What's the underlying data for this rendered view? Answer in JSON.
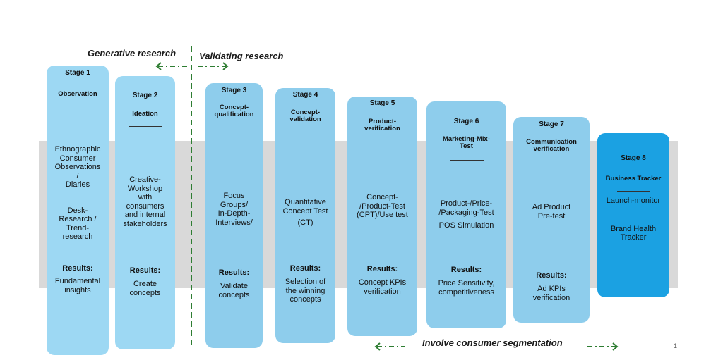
{
  "headers": {
    "generative": "Generative research",
    "validating": "Validating research",
    "segmentation": "Involve consumer segmentation"
  },
  "colors": {
    "band": "#d9d9d9",
    "stage_light": "#9dd8f3",
    "stage_mid": "#8ecdec",
    "stage_dark": "#1ba1e2",
    "arrow_green": "#2e7d32"
  },
  "results_label": "Results:",
  "stages": [
    {
      "title": "Stage 1",
      "name": "Observation",
      "body": [
        "Ethnographic",
        "Consumer",
        "Observations",
        "/",
        "Diaries",
        "",
        "Desk-",
        "Research /",
        "Trend-",
        "research"
      ],
      "outcome": [
        "Fundamental",
        "insights"
      ]
    },
    {
      "title": "Stage 2",
      "name": "Ideation",
      "body": [
        "Creative-",
        "Workshop",
        "with",
        "consumers",
        "and internal",
        "stakeholders"
      ],
      "outcome": [
        "Create",
        "concepts"
      ]
    },
    {
      "title": "Stage 3",
      "name": [
        "Concept-",
        "qualification"
      ],
      "body": [
        "Focus",
        "Groups/",
        "In-Depth-",
        "Interviews/"
      ],
      "outcome": [
        "Validate",
        "concepts"
      ]
    },
    {
      "title": "Stage 4",
      "name": [
        "Concept-",
        "validation"
      ],
      "body": [
        "Quantitative",
        "Concept Test",
        "(CT)"
      ],
      "outcome": [
        "Selection of",
        "the winning",
        "concepts"
      ]
    },
    {
      "title": "Stage 5",
      "name": [
        "Product-",
        "verification"
      ],
      "body": [
        "Concept-",
        "/Product-Test",
        "(CPT)/Use test"
      ],
      "outcome": [
        "Concept KPIs",
        "verification"
      ]
    },
    {
      "title": "Stage 6",
      "name": [
        "Marketing-Mix-",
        "Test"
      ],
      "body": [
        "Product-/Price-",
        "/Packaging-Test",
        "POS Simulation"
      ],
      "outcome": [
        "Price Sensitivity,",
        "competitiveness"
      ]
    },
    {
      "title": "Stage 7",
      "name": [
        "Communication",
        "verification"
      ],
      "body": [
        "Ad Product",
        "Pre-test"
      ],
      "outcome": [
        "Ad KPIs",
        "verification"
      ]
    },
    {
      "title": "Stage 8",
      "name": "Business Tracker",
      "body": [
        "Launch-monitor",
        "",
        "Brand Health",
        "Tracker"
      ],
      "outcome": []
    }
  ],
  "page_number": "1"
}
